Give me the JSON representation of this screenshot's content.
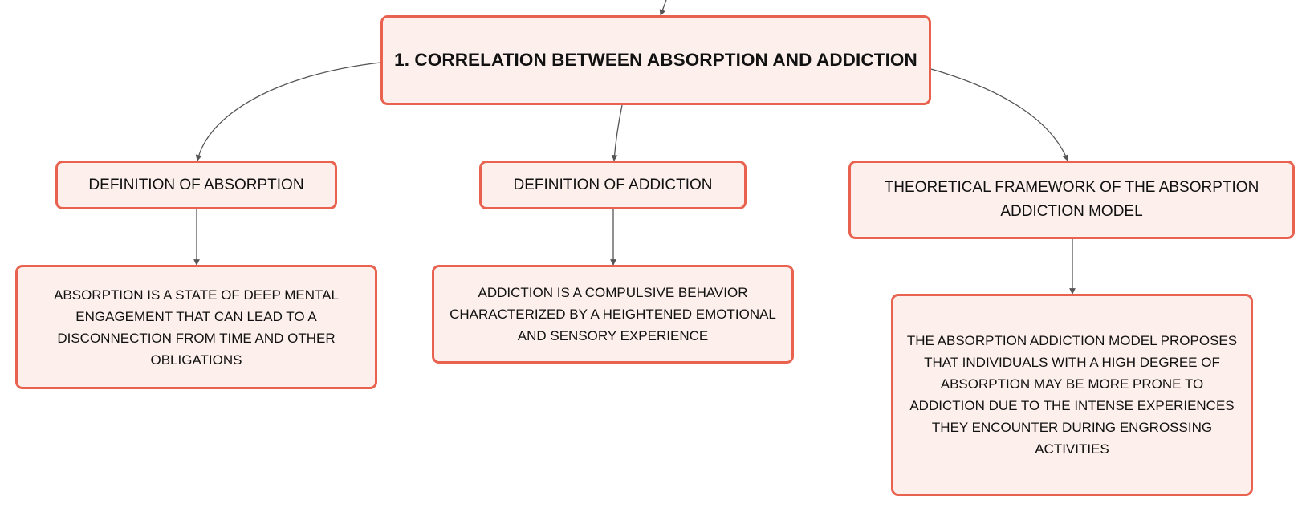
{
  "diagram": {
    "root": {
      "label": "1. CORRELATION BETWEEN ABSORPTION AND ADDICTION"
    },
    "branches": [
      {
        "title": "DEFINITION OF ABSORPTION",
        "detail": "ABSORPTION IS A STATE OF DEEP MENTAL ENGAGEMENT THAT CAN LEAD TO A DISCONNECTION FROM TIME AND OTHER OBLIGATIONS"
      },
      {
        "title": "DEFINITION OF ADDICTION",
        "detail": "ADDICTION IS A COMPULSIVE BEHAVIOR CHARACTERIZED BY A HEIGHTENED EMOTIONAL AND SENSORY EXPERIENCE"
      },
      {
        "title": "THEORETICAL FRAMEWORK OF THE ABSORPTION ADDICTION MODEL",
        "detail": "THE ABSORPTION ADDICTION MODEL PROPOSES THAT INDIVIDUALS WITH A HIGH DEGREE OF ABSORPTION MAY BE MORE PRONE TO ADDICTION DUE TO THE INTENSE EXPERIENCES THEY ENCOUNTER DURING ENGROSSING ACTIVITIES"
      }
    ],
    "colors": {
      "node_border": "#e8624f",
      "node_fill": "#fdf0ec",
      "connector": "#555555",
      "text": "#111111"
    }
  }
}
